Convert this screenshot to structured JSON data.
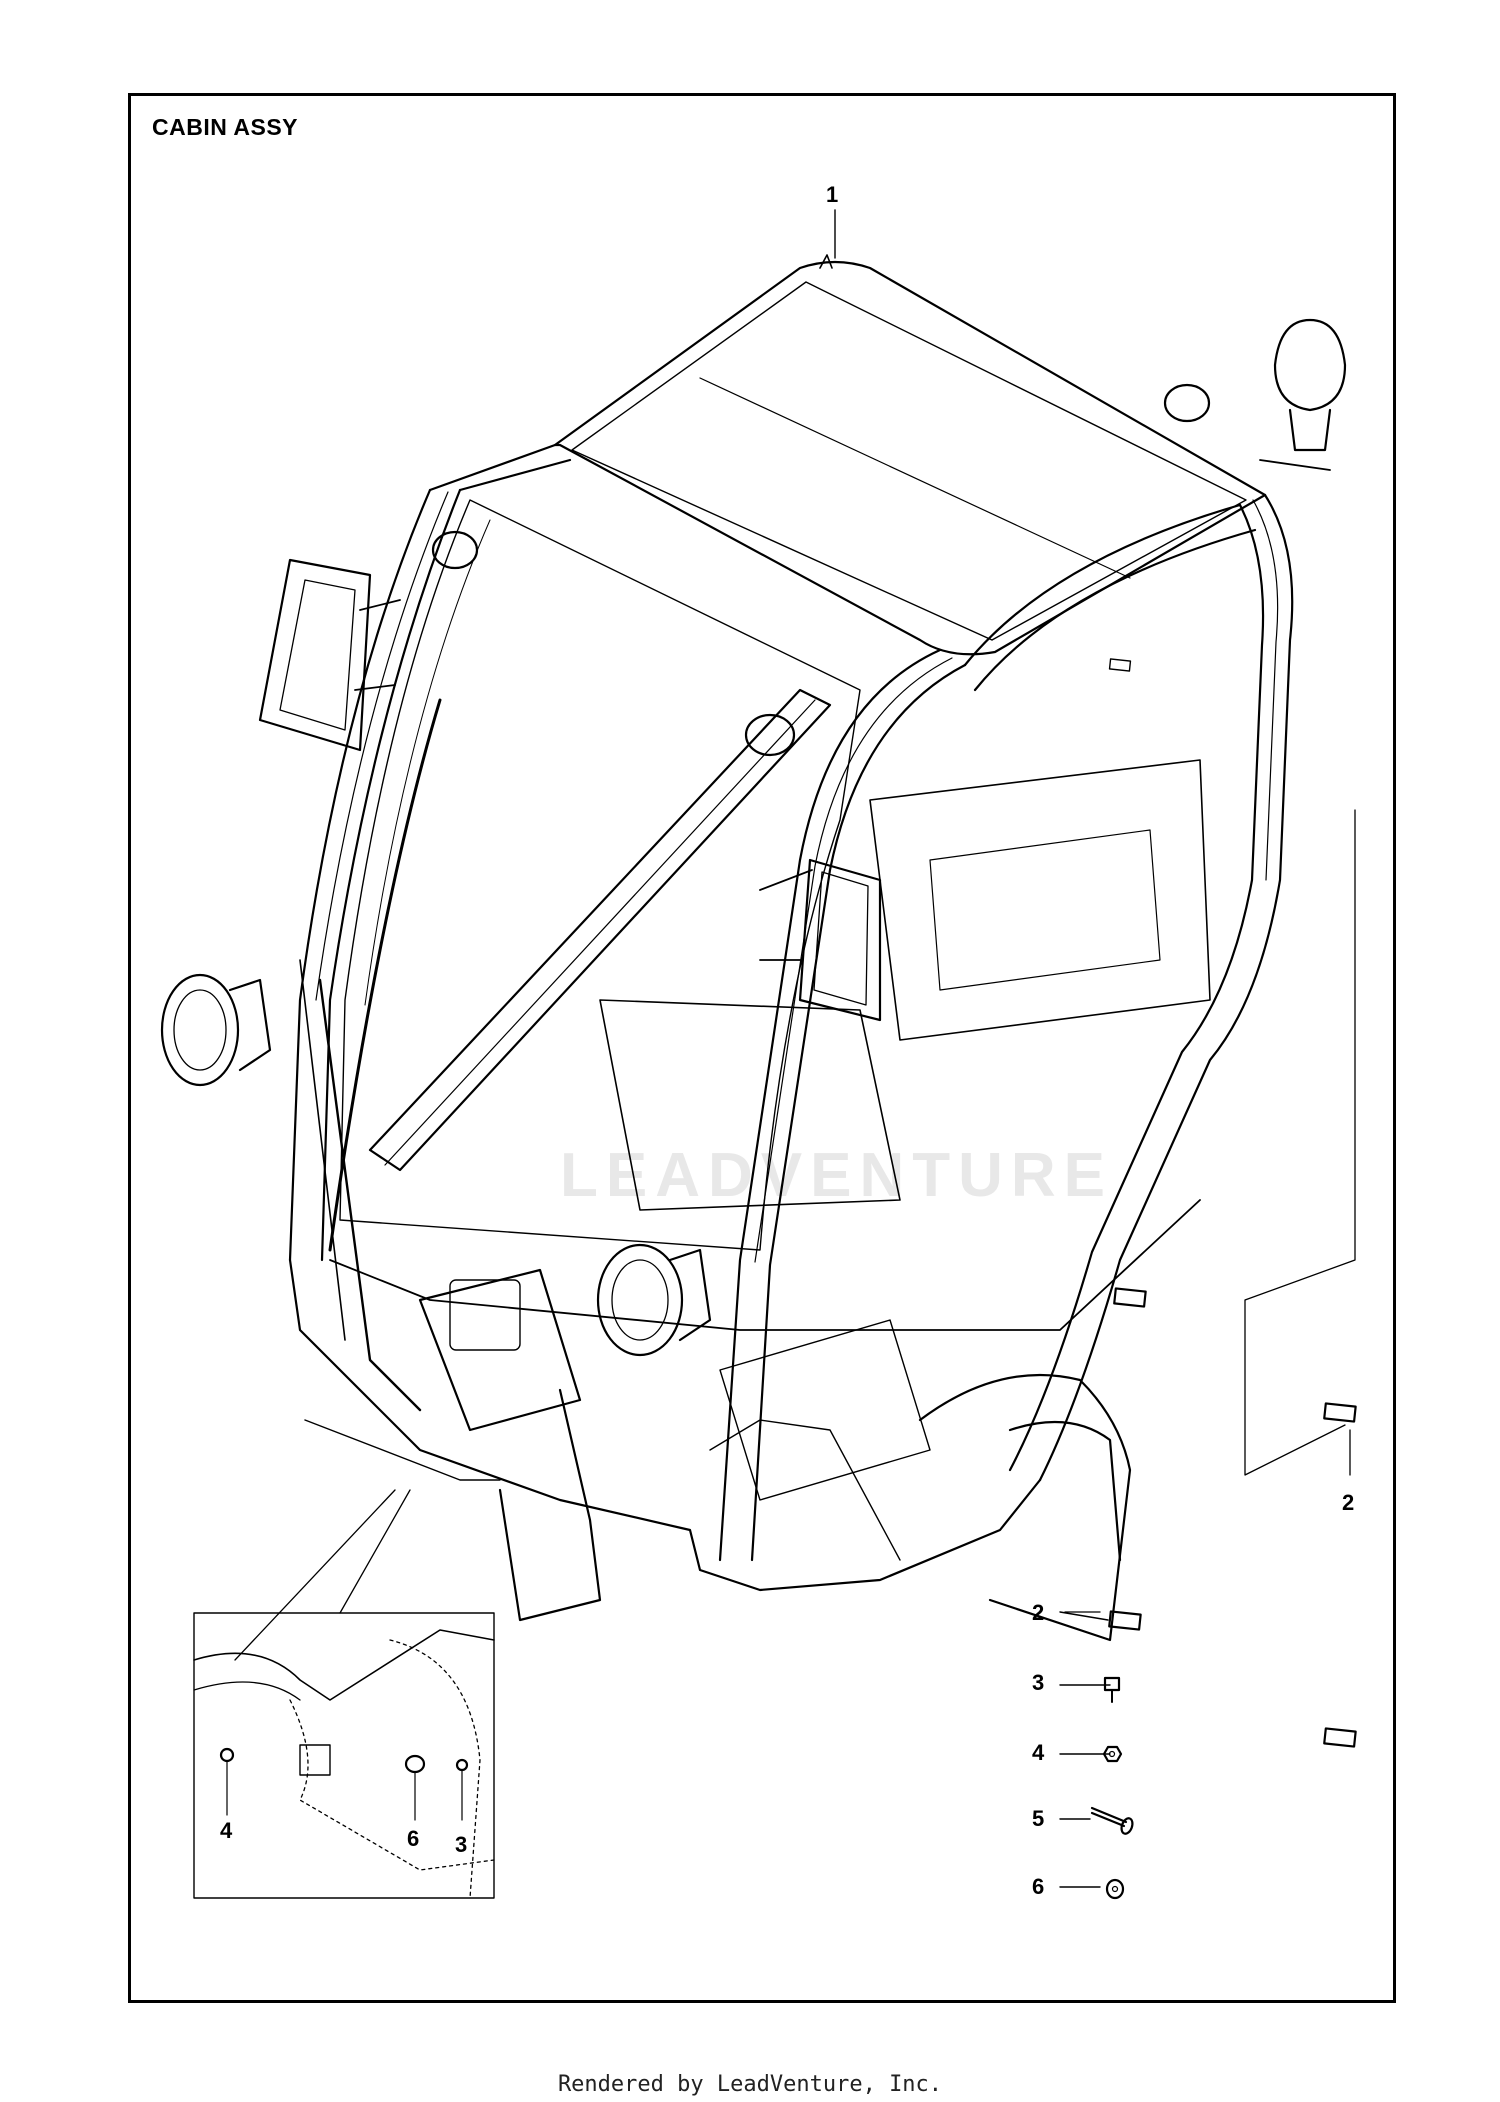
{
  "diagram": {
    "title": "CABIN ASSY",
    "callouts": {
      "main_cabin": "1",
      "decal_right": "2",
      "decal_legend": "2",
      "screw_legend": "3",
      "nut_legend": "4",
      "bolt_legend": "5",
      "washer_legend": "6",
      "inset_nut": "4",
      "inset_washer": "6",
      "inset_screw": "3"
    },
    "watermark": "LEADVENTURE"
  },
  "footer": {
    "text": "Rendered by LeadVenture, Inc."
  }
}
